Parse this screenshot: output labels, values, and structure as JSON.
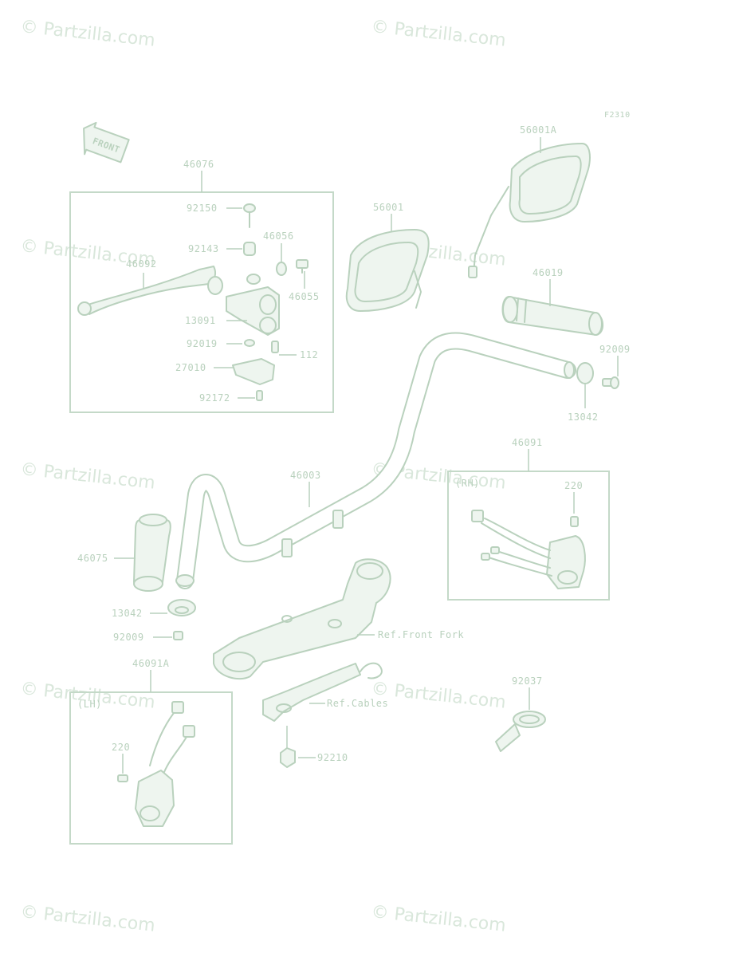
{
  "watermark": "© Partzilla.com",
  "figure_code": "F2310",
  "front_label": "FRONT",
  "labels": {
    "l46076": "46076",
    "l92150": "92150",
    "l92143": "92143",
    "l46056": "46056",
    "l46092": "46092",
    "l46055": "46055",
    "l13091": "13091",
    "l92019": "92019",
    "l112": "112",
    "l27010": "27010",
    "l92172": "92172",
    "l56001": "56001",
    "l56001A": "56001A",
    "l46019": "46019",
    "l92009r": "92009",
    "l13042r": "13042",
    "l46091": "46091",
    "rh": "(RH)",
    "l220r": "220",
    "l46003": "46003",
    "l46075": "46075",
    "l13042l": "13042",
    "l92009l": "92009",
    "ref_fork": "Ref.Front Fork",
    "l46091A": "46091A",
    "lh": "(LH)",
    "l220l": "220",
    "ref_cables": "Ref.Cables",
    "l92210": "92210",
    "l92037": "92037"
  }
}
